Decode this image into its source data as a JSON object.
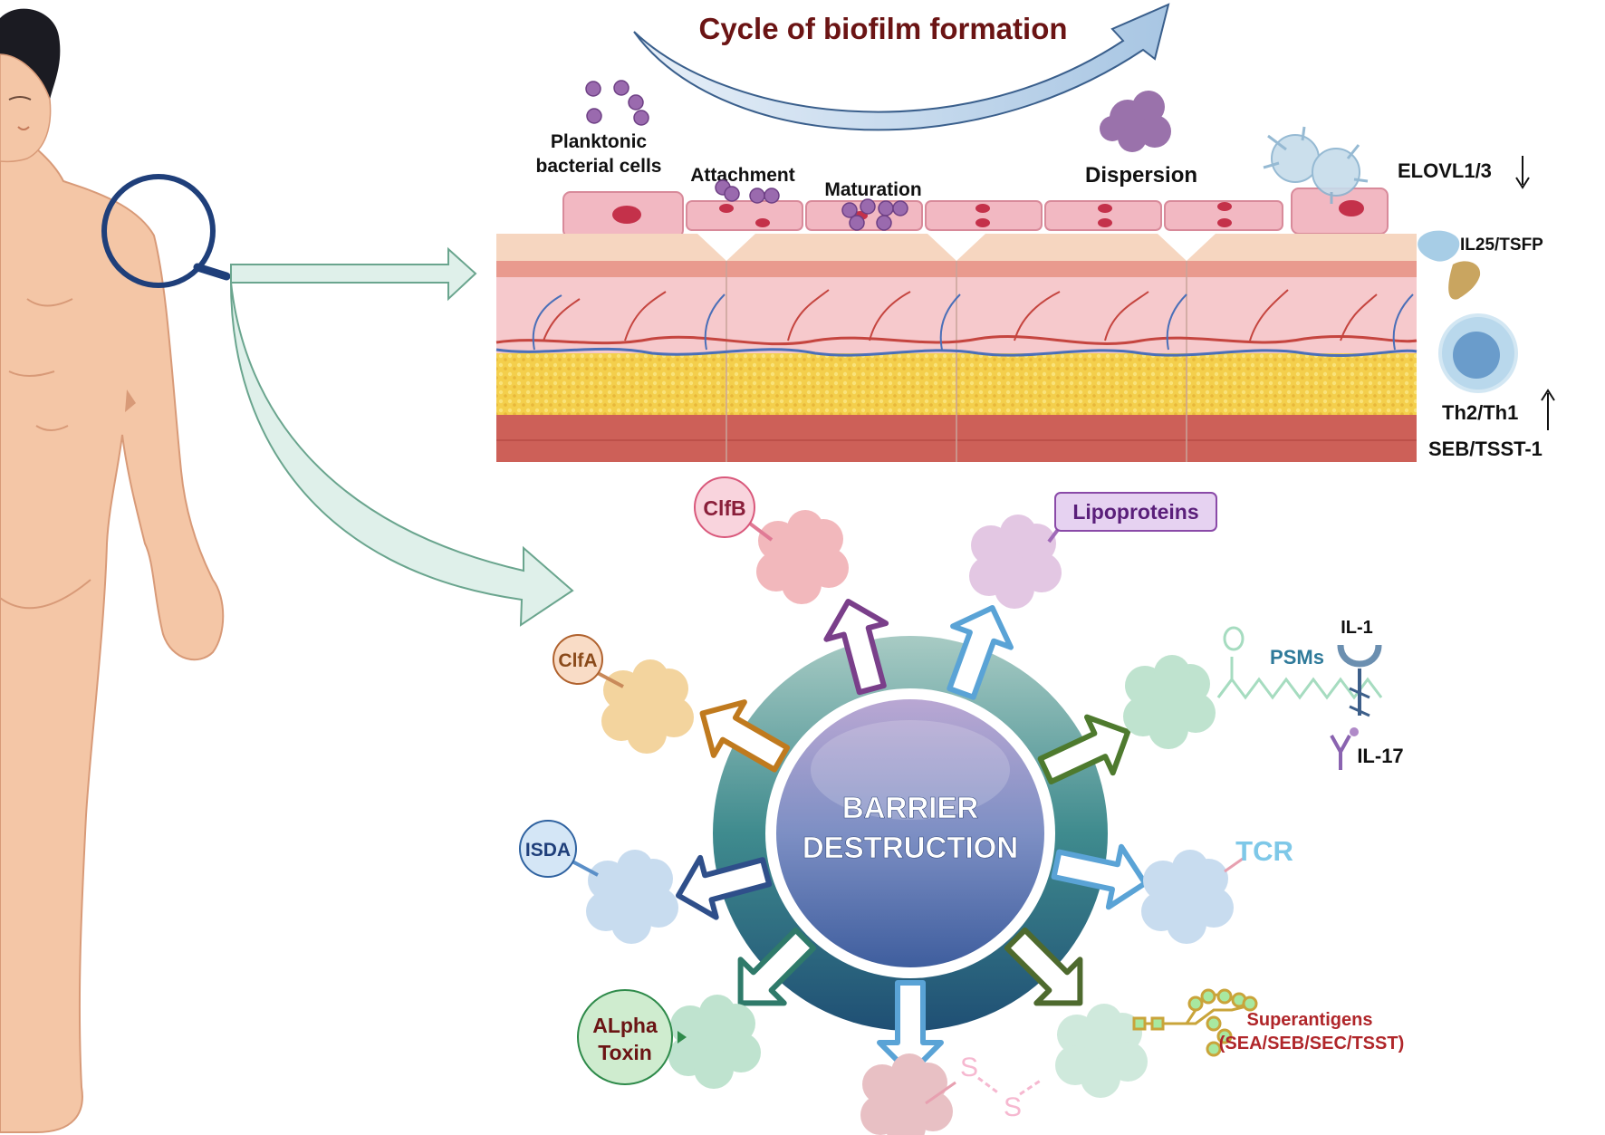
{
  "title": "Cycle of biofilm formation",
  "stages": {
    "planktonic_line1": "Planktonic",
    "planktonic_line2": "bacterial cells",
    "attachment": "Attachment",
    "maturation": "Maturation",
    "dispersion": "Dispersion"
  },
  "immune": {
    "elovl": "ELOVL1/3",
    "il25": "IL25/TSFP",
    "th2th1": "Th2/Th1",
    "seb": "SEB/TSST-1"
  },
  "center": {
    "line1": "BARRIER",
    "line2": "DESTRUCTION"
  },
  "factors": {
    "clfb": "ClfB",
    "lipoproteins": "Lipoproteins",
    "clfa": "ClfA",
    "psms": "PSMs",
    "il1": "IL-1",
    "il17": "IL-17",
    "isda": "ISDA",
    "tcr": "TCR",
    "alpha_line1": "ALpha",
    "alpha_line2": "Toxin",
    "superantigens_line1": "Superantigens",
    "superantigens_line2": "(SEA/SEB/SEC/TSST)"
  },
  "colors": {
    "title": "#6b1414",
    "skin": "#f4c6a6",
    "magnifier": "#1f3f7a",
    "arrow_fill": "#dff0ea",
    "arrow_stroke": "#6aa58e",
    "center_fill": "#6f86b8",
    "ring": "#2f6f78"
  }
}
